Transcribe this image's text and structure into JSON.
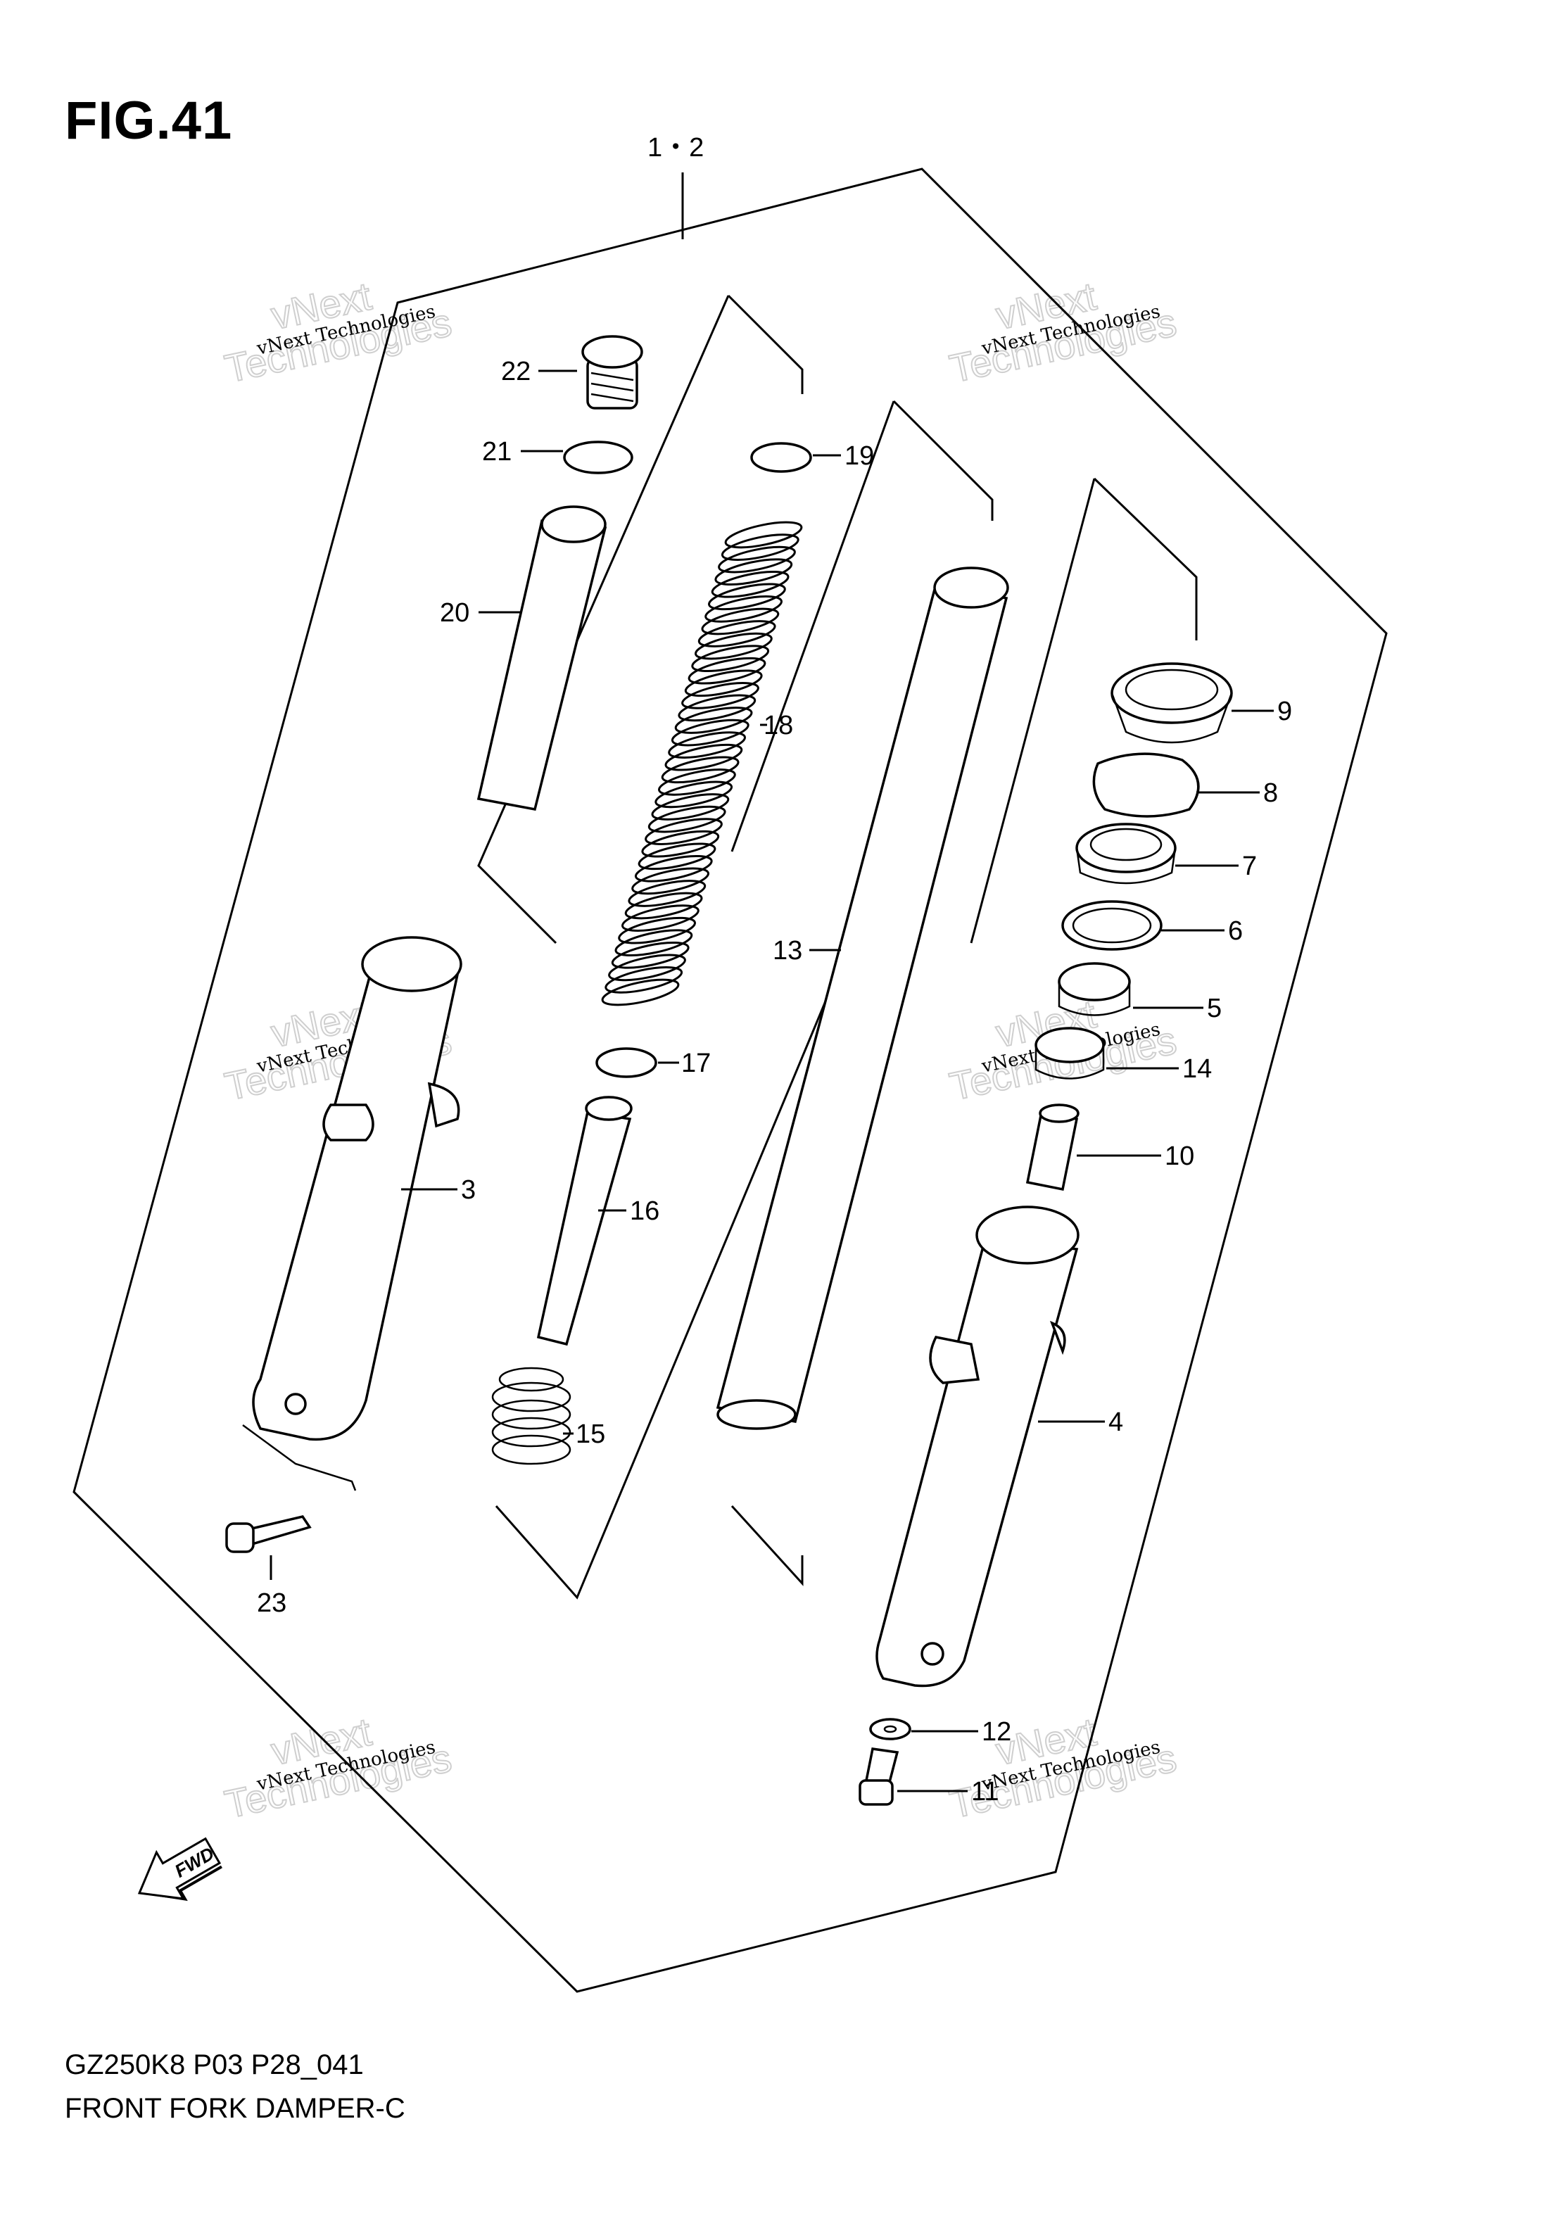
{
  "figure": {
    "title": "FIG.41",
    "model_code": "GZ250K8 P03 P28_041",
    "caption": "FRONT FORK DAMPER-C",
    "assembly_ref": "1・2",
    "fwd_label": "FWD"
  },
  "watermark": {
    "small": "vNext Technologies",
    "big_top": "vNext",
    "big_bottom": "Technologies"
  },
  "parts": [
    {
      "ref": "3"
    },
    {
      "ref": "4"
    },
    {
      "ref": "5"
    },
    {
      "ref": "6"
    },
    {
      "ref": "7"
    },
    {
      "ref": "8"
    },
    {
      "ref": "9"
    },
    {
      "ref": "10"
    },
    {
      "ref": "11"
    },
    {
      "ref": "12"
    },
    {
      "ref": "13"
    },
    {
      "ref": "14"
    },
    {
      "ref": "15"
    },
    {
      "ref": "16"
    },
    {
      "ref": "17"
    },
    {
      "ref": "18"
    },
    {
      "ref": "19"
    },
    {
      "ref": "20"
    },
    {
      "ref": "21"
    },
    {
      "ref": "22"
    },
    {
      "ref": "23"
    }
  ]
}
